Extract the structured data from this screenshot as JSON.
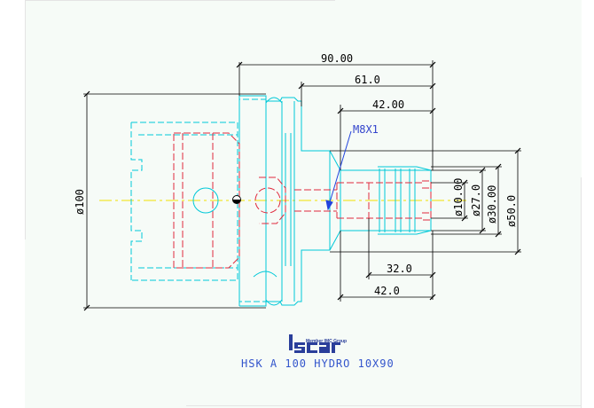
{
  "drawing": {
    "title": "HSK A 100 HYDRO 10X90",
    "thread_note": "M8X1",
    "logo": {
      "text": "iscar",
      "subtitle": "Member IMC Group"
    },
    "dimensions": {
      "overall_length": "90.00",
      "length_61": "61.0",
      "length_42_top": "42.00",
      "length_32": "32.0",
      "length_42_bottom": "42.0",
      "dia_100": "ø100",
      "dia_10": "ø10.00",
      "dia_27": "ø27.0",
      "dia_30": "ø30.00",
      "dia_50": "ø50.0"
    },
    "colors": {
      "outline": "#00c8d8",
      "internal": "#e0283c",
      "centerline": "#f0e000",
      "dimension": "#000000",
      "annotation": "#2244dd"
    }
  }
}
